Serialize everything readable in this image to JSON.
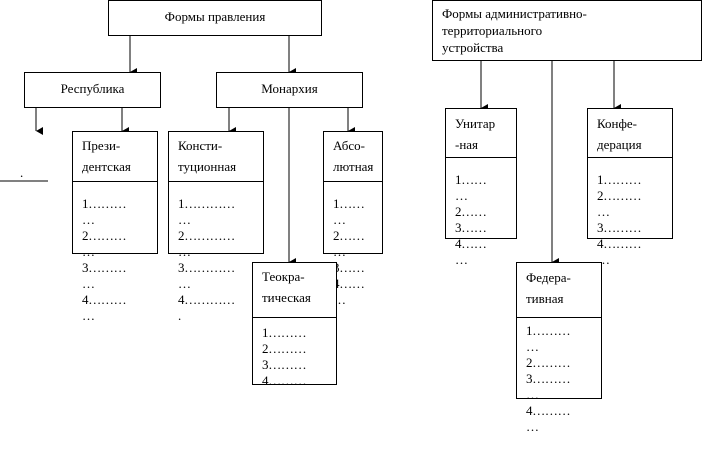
{
  "forms_of_government": {
    "root": "Формы правления",
    "republic": "Республика",
    "monarchy": "Монархия",
    "presidential": {
      "title": "Прези-\nдентская",
      "items": [
        "1………",
        "…",
        "2………",
        "…",
        "3………",
        "…",
        "4………",
        "…"
      ]
    },
    "constitutional": {
      "title": "Консти-\nтуционная",
      "items": [
        "1…………",
        "…",
        "2…………",
        "…",
        "3…………",
        "…",
        "4…………",
        "."
      ]
    },
    "absolute": {
      "title": "Абсо-\nлютная",
      "items": [
        "1……",
        "…",
        "2……",
        "…",
        "3……",
        "4……",
        "…"
      ]
    },
    "theocratic": {
      "title": "Теокра-\nтическая",
      "items": [
        "1………",
        "2………",
        "3………",
        "4………"
      ]
    },
    "unlabeled_branch": "."
  },
  "forms_of_territorial_structure": {
    "root": "Формы административно-\nтерриториального\nустройства",
    "unitary": {
      "title": "Унитар\n-ная",
      "items": [
        "1……",
        "…",
        "2……",
        "3……",
        "4……",
        "…"
      ]
    },
    "federal": {
      "title": "Федера-\nтивная",
      "items": [
        "1………",
        "…",
        "2………",
        "3………",
        "…",
        "4………",
        "…"
      ]
    },
    "confederation": {
      "title": "Конфе-\nдерация",
      "items": [
        "1………",
        "2………",
        "…",
        "3………",
        "4………",
        "…"
      ]
    }
  }
}
